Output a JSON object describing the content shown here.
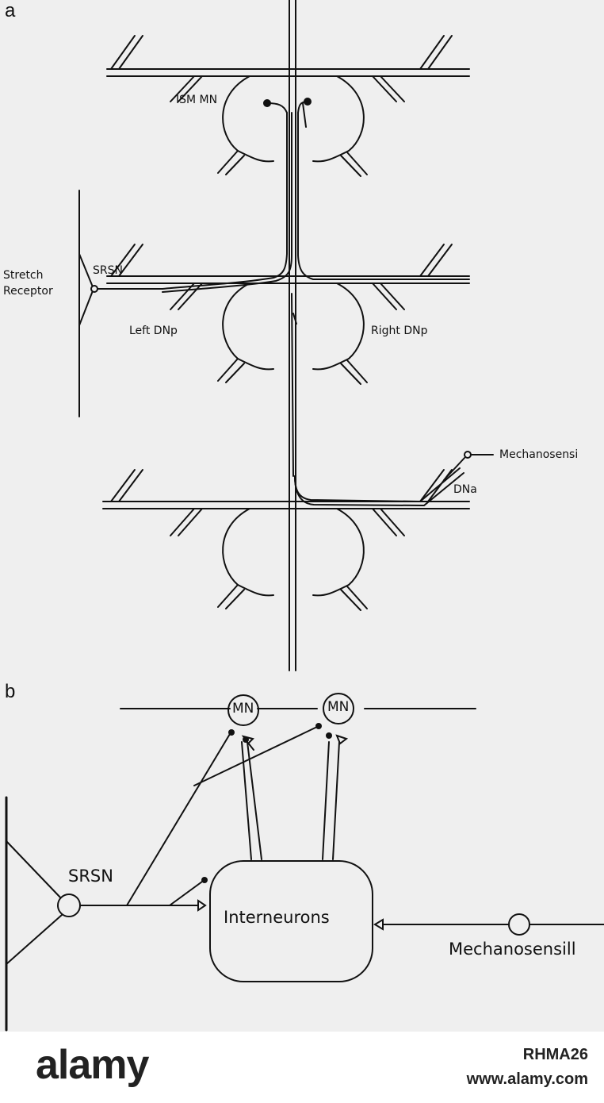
{
  "panel_a": {
    "label": "a",
    "ism_mn": "ISM MN",
    "stretch_receptor": [
      "Stretch",
      "Receptor"
    ],
    "srsn": "SRSN",
    "left_dnp": "Left DNp",
    "right_dnp": "Right DNp",
    "mechanosensillum": "Mechanosensi",
    "dna": "DNa"
  },
  "panel_b": {
    "label": "b",
    "mn_left": "MN",
    "mn_right": "MN",
    "srsn": "SRSN",
    "interneurons": "Interneurons",
    "mechanosensillum": "Mechanosensill"
  },
  "footer": {
    "brand": "alamy",
    "image_id": "RHMA26",
    "site": "www.alamy.com"
  }
}
